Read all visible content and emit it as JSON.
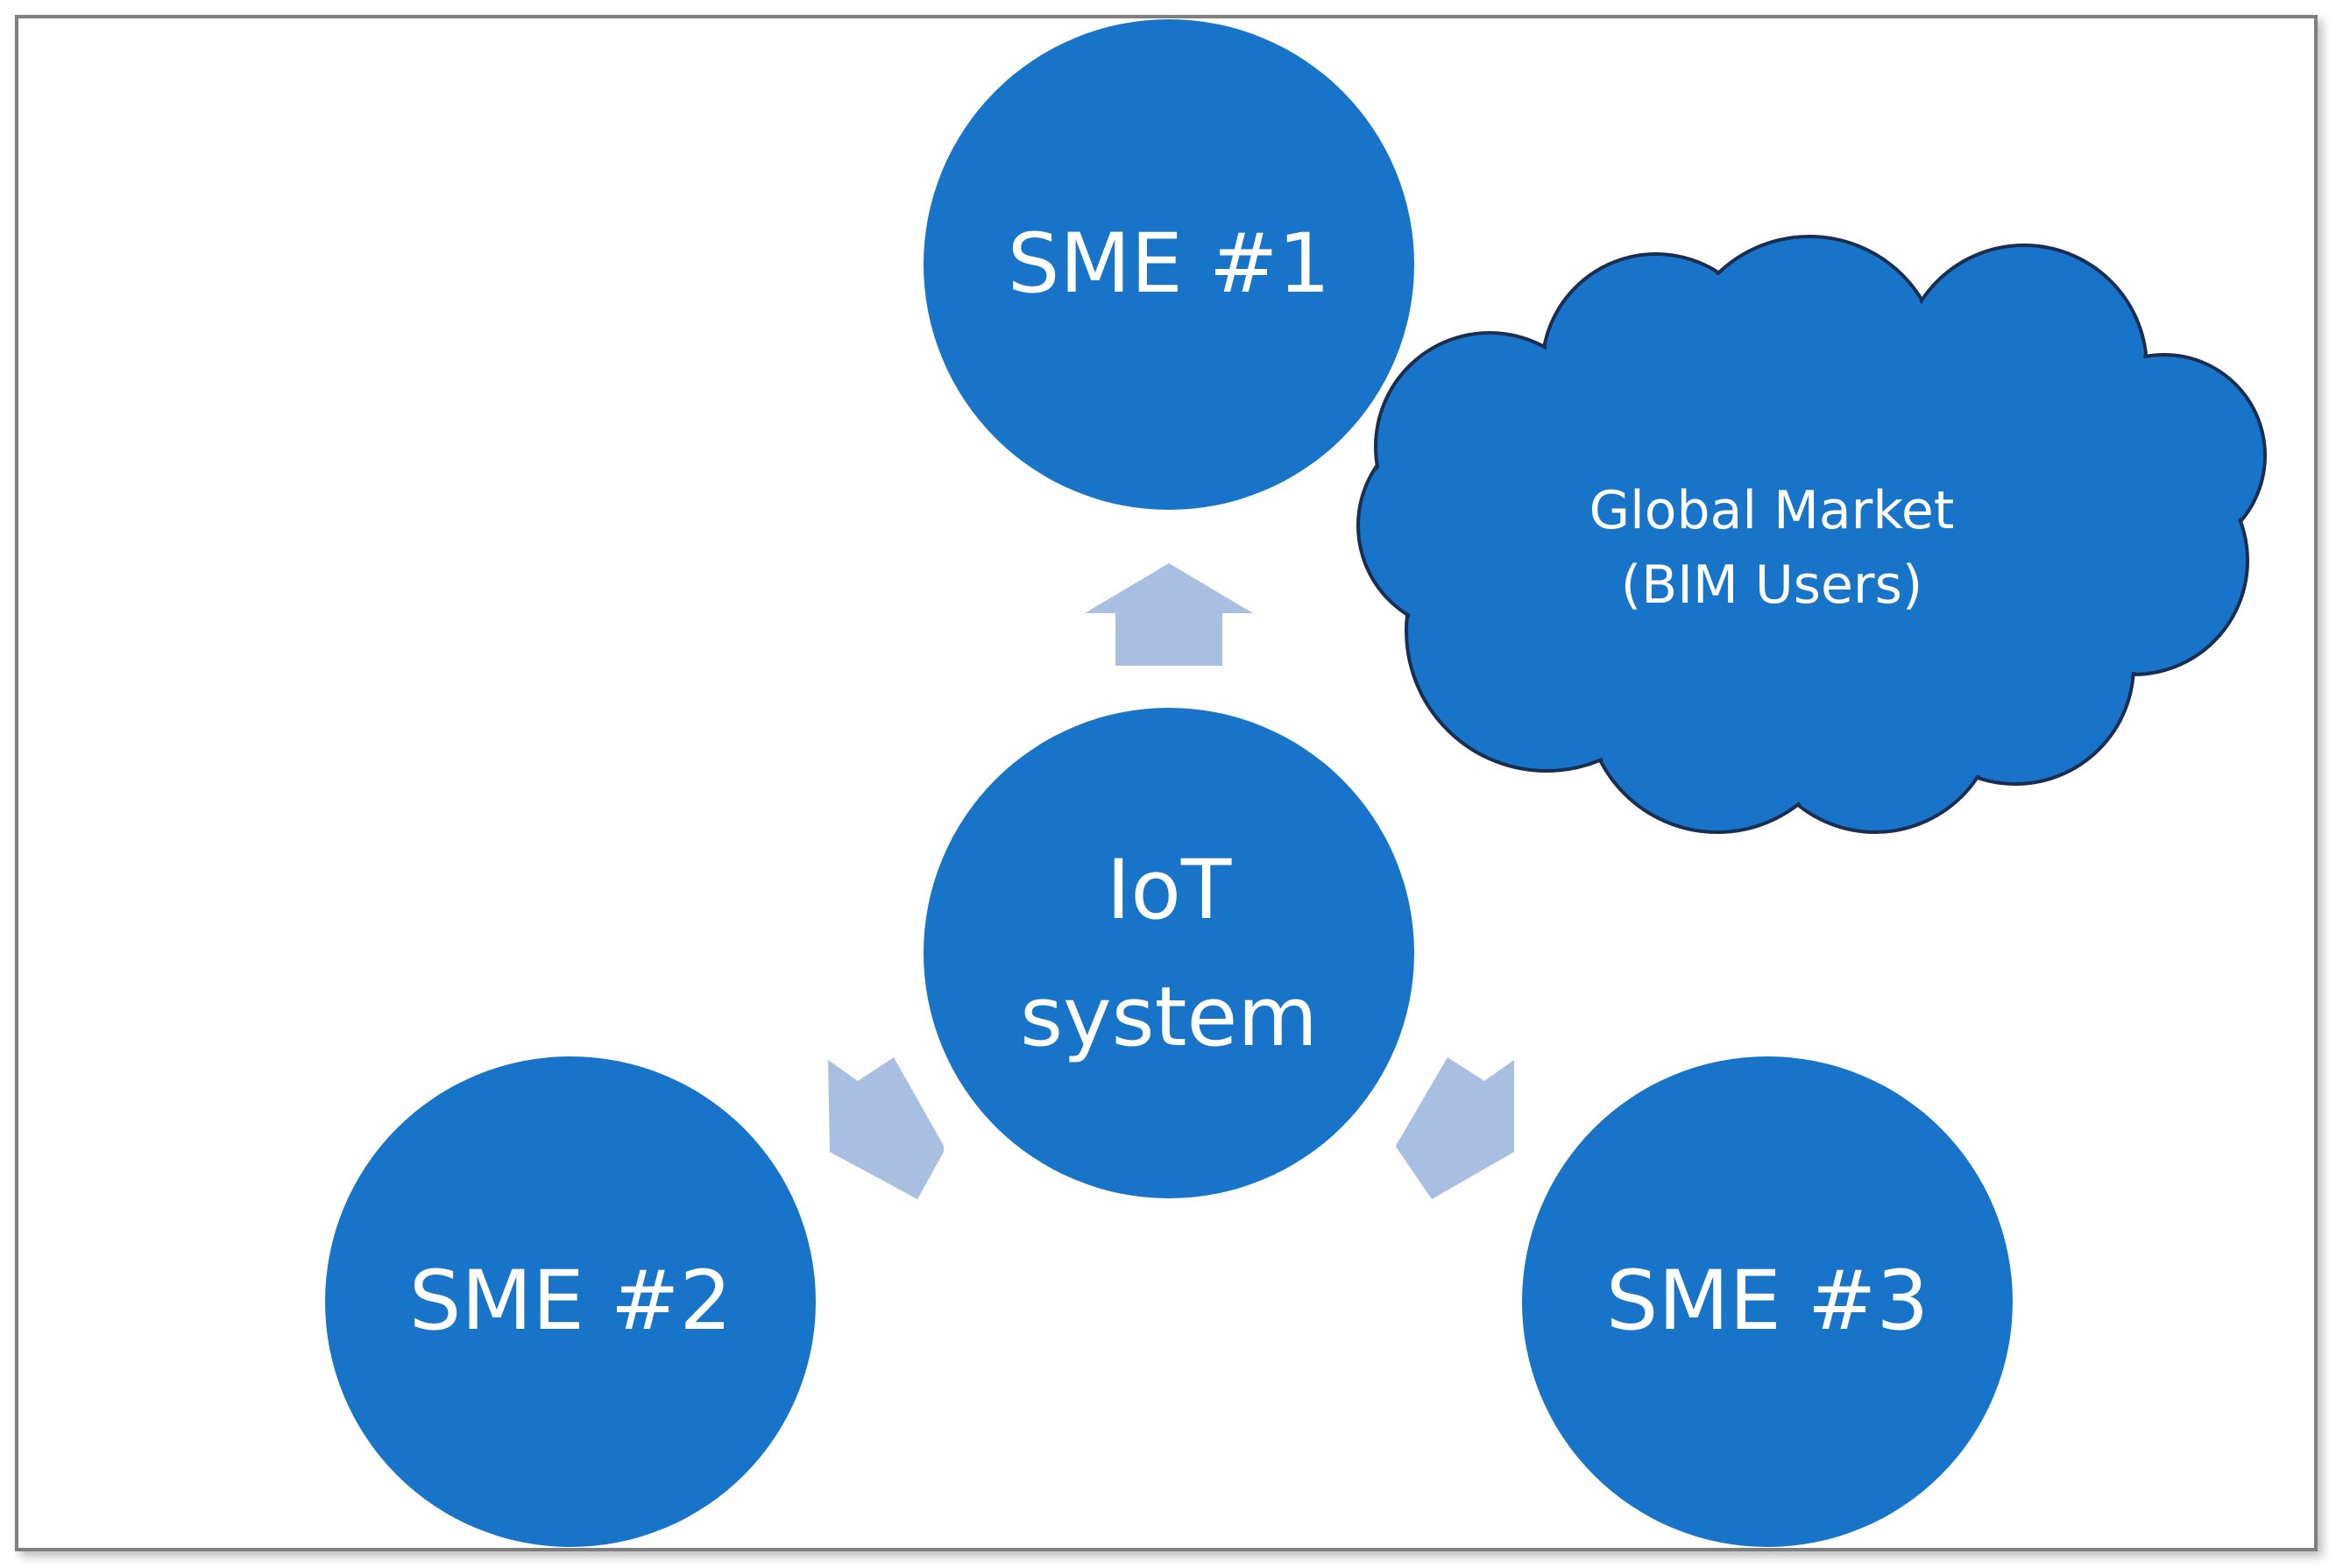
{
  "diagram": {
    "hub": {
      "line1": "IoT",
      "line2": "system"
    },
    "nodes": {
      "sme1": "SME #1",
      "sme2": "SME #2",
      "sme3": "SME #3"
    },
    "cloud": {
      "line1": "Global Market",
      "line2": "(BIM Users)"
    }
  },
  "colors": {
    "node_fill": "#1874c8",
    "arrow_fill": "#a9bfe2",
    "cloud_stroke": "#1a2e52",
    "frame": "#7f7f7f"
  }
}
